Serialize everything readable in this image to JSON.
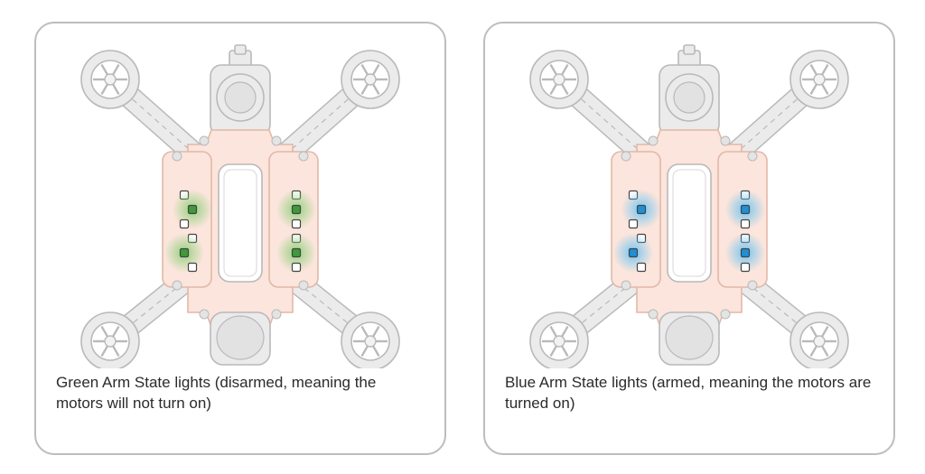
{
  "panels": [
    {
      "caption": "Green Arm State lights (disarmed, meaning the motors will not turn on)",
      "light_color": "#3e9a3a",
      "glow_color": "#8fd07a",
      "light_state": "green"
    },
    {
      "caption": "Blue Arm State lights (armed, meaning the motors are turned on)",
      "light_color": "#1f8fd6",
      "glow_color": "#6cc4f2",
      "light_state": "blue"
    }
  ],
  "colors": {
    "frame_fill": "#ebebeb",
    "frame_stroke": "#b9b9b9",
    "board_fill": "#fbe5dc",
    "board_stroke": "#e2b8a8"
  }
}
